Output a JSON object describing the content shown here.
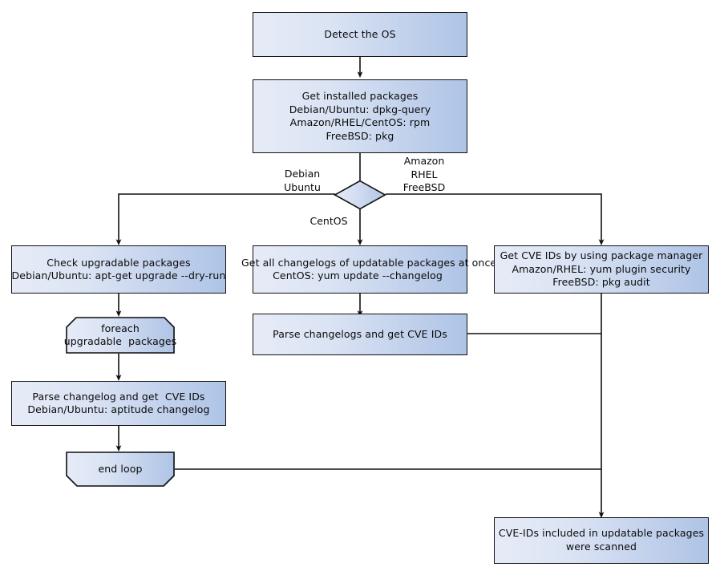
{
  "diagram": {
    "title": "OS package CVE scanning flow",
    "colors": {
      "fill_light": "#e6ebf7",
      "fill_dark": "#aec4e6",
      "stroke": "#111111",
      "text": "#0a0a0a",
      "background": "#ffffff"
    },
    "nodes": {
      "detect_os": {
        "label": "Detect the OS"
      },
      "get_installed_packages": {
        "label": "Get installed packages\nDebian/Ubuntu: dpkg-query\nAmazon/RHEL/CentOS: rpm\nFreeBSD: pkg"
      },
      "os_decision": {
        "label": ""
      },
      "check_upgradable": {
        "label": "Check upgradable packages\nDebian/Ubuntu: apt-get upgrade --dry-run"
      },
      "get_all_changelogs": {
        "label": "Get all changelogs of updatable packages at once\nCentOS: yum update --changelog"
      },
      "get_cve_ids_pkg_manager": {
        "label": "Get CVE IDs by using package manager\nAmazon/RHEL: yum plugin security\nFreeBSD: pkg audit"
      },
      "foreach_loop_start": {
        "label": "foreach\nupgradable  packages"
      },
      "parse_changelog_single": {
        "label": "Parse changelog and get  CVE IDs\nDebian/Ubuntu: aptitude changelog"
      },
      "parse_changelogs_multi": {
        "label": "Parse changelogs and get CVE IDs"
      },
      "end_loop": {
        "label": "end loop"
      },
      "scanned_result": {
        "label": "CVE-IDs included in updatable packages\nwere scanned"
      }
    },
    "edge_labels": {
      "debian_ubuntu": "Debian\nUbuntu",
      "amazon_rhel_freebsd": "Amazon\nRHEL\nFreeBSD",
      "centos": "CentOS"
    }
  }
}
